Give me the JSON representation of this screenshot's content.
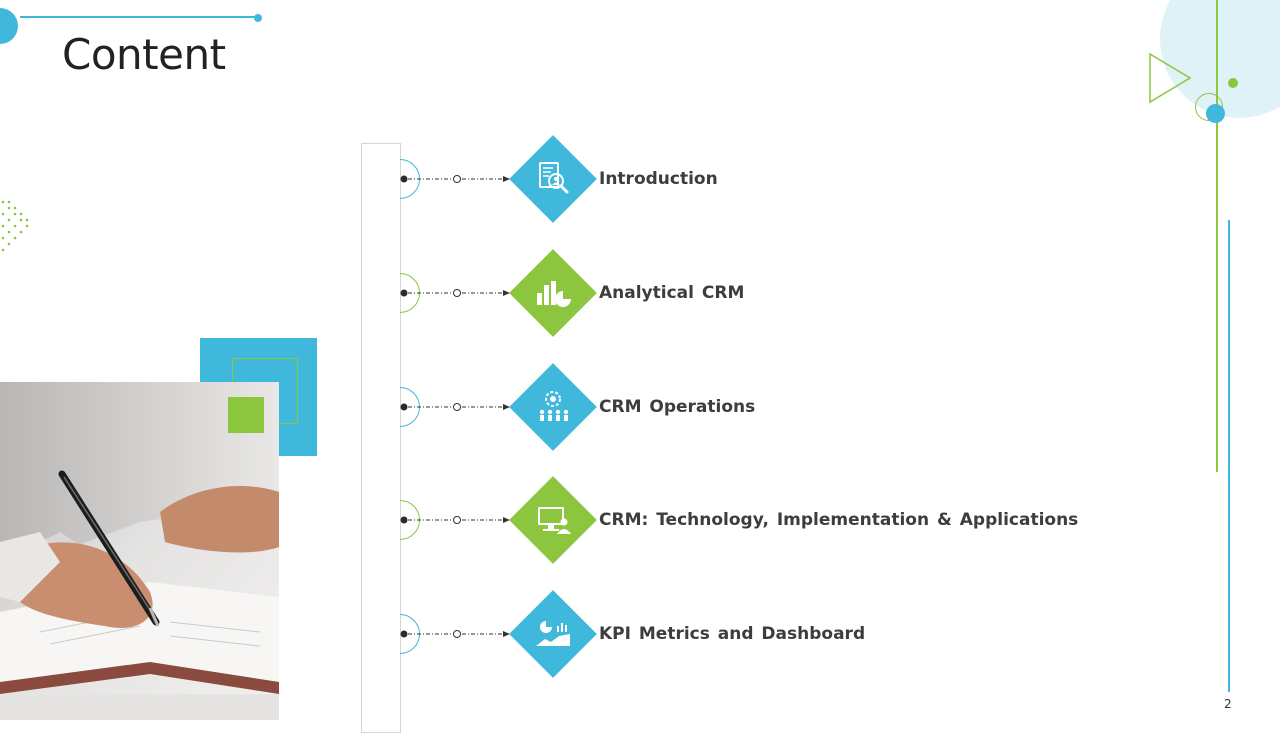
{
  "title": "Content",
  "page_number": "2",
  "colors": {
    "blue": "#3fb8dc",
    "green": "#8cc63f",
    "text": "#3d3d3d"
  },
  "items": [
    {
      "label": "Introduction",
      "icon": "document-search-icon",
      "color": "#3fb8dc"
    },
    {
      "label": "Analytical  CRM",
      "icon": "bar-pie-chart-icon",
      "color": "#8cc63f"
    },
    {
      "label": "CRM Operations",
      "icon": "gear-people-icon",
      "color": "#3fb8dc"
    },
    {
      "label": "CRM: Technology,  Implementation  & Applications",
      "icon": "monitor-user-icon",
      "color": "#8cc63f"
    },
    {
      "label": "KPI Metrics and Dashboard",
      "icon": "dashboard-chart-icon",
      "color": "#3fb8dc"
    }
  ]
}
